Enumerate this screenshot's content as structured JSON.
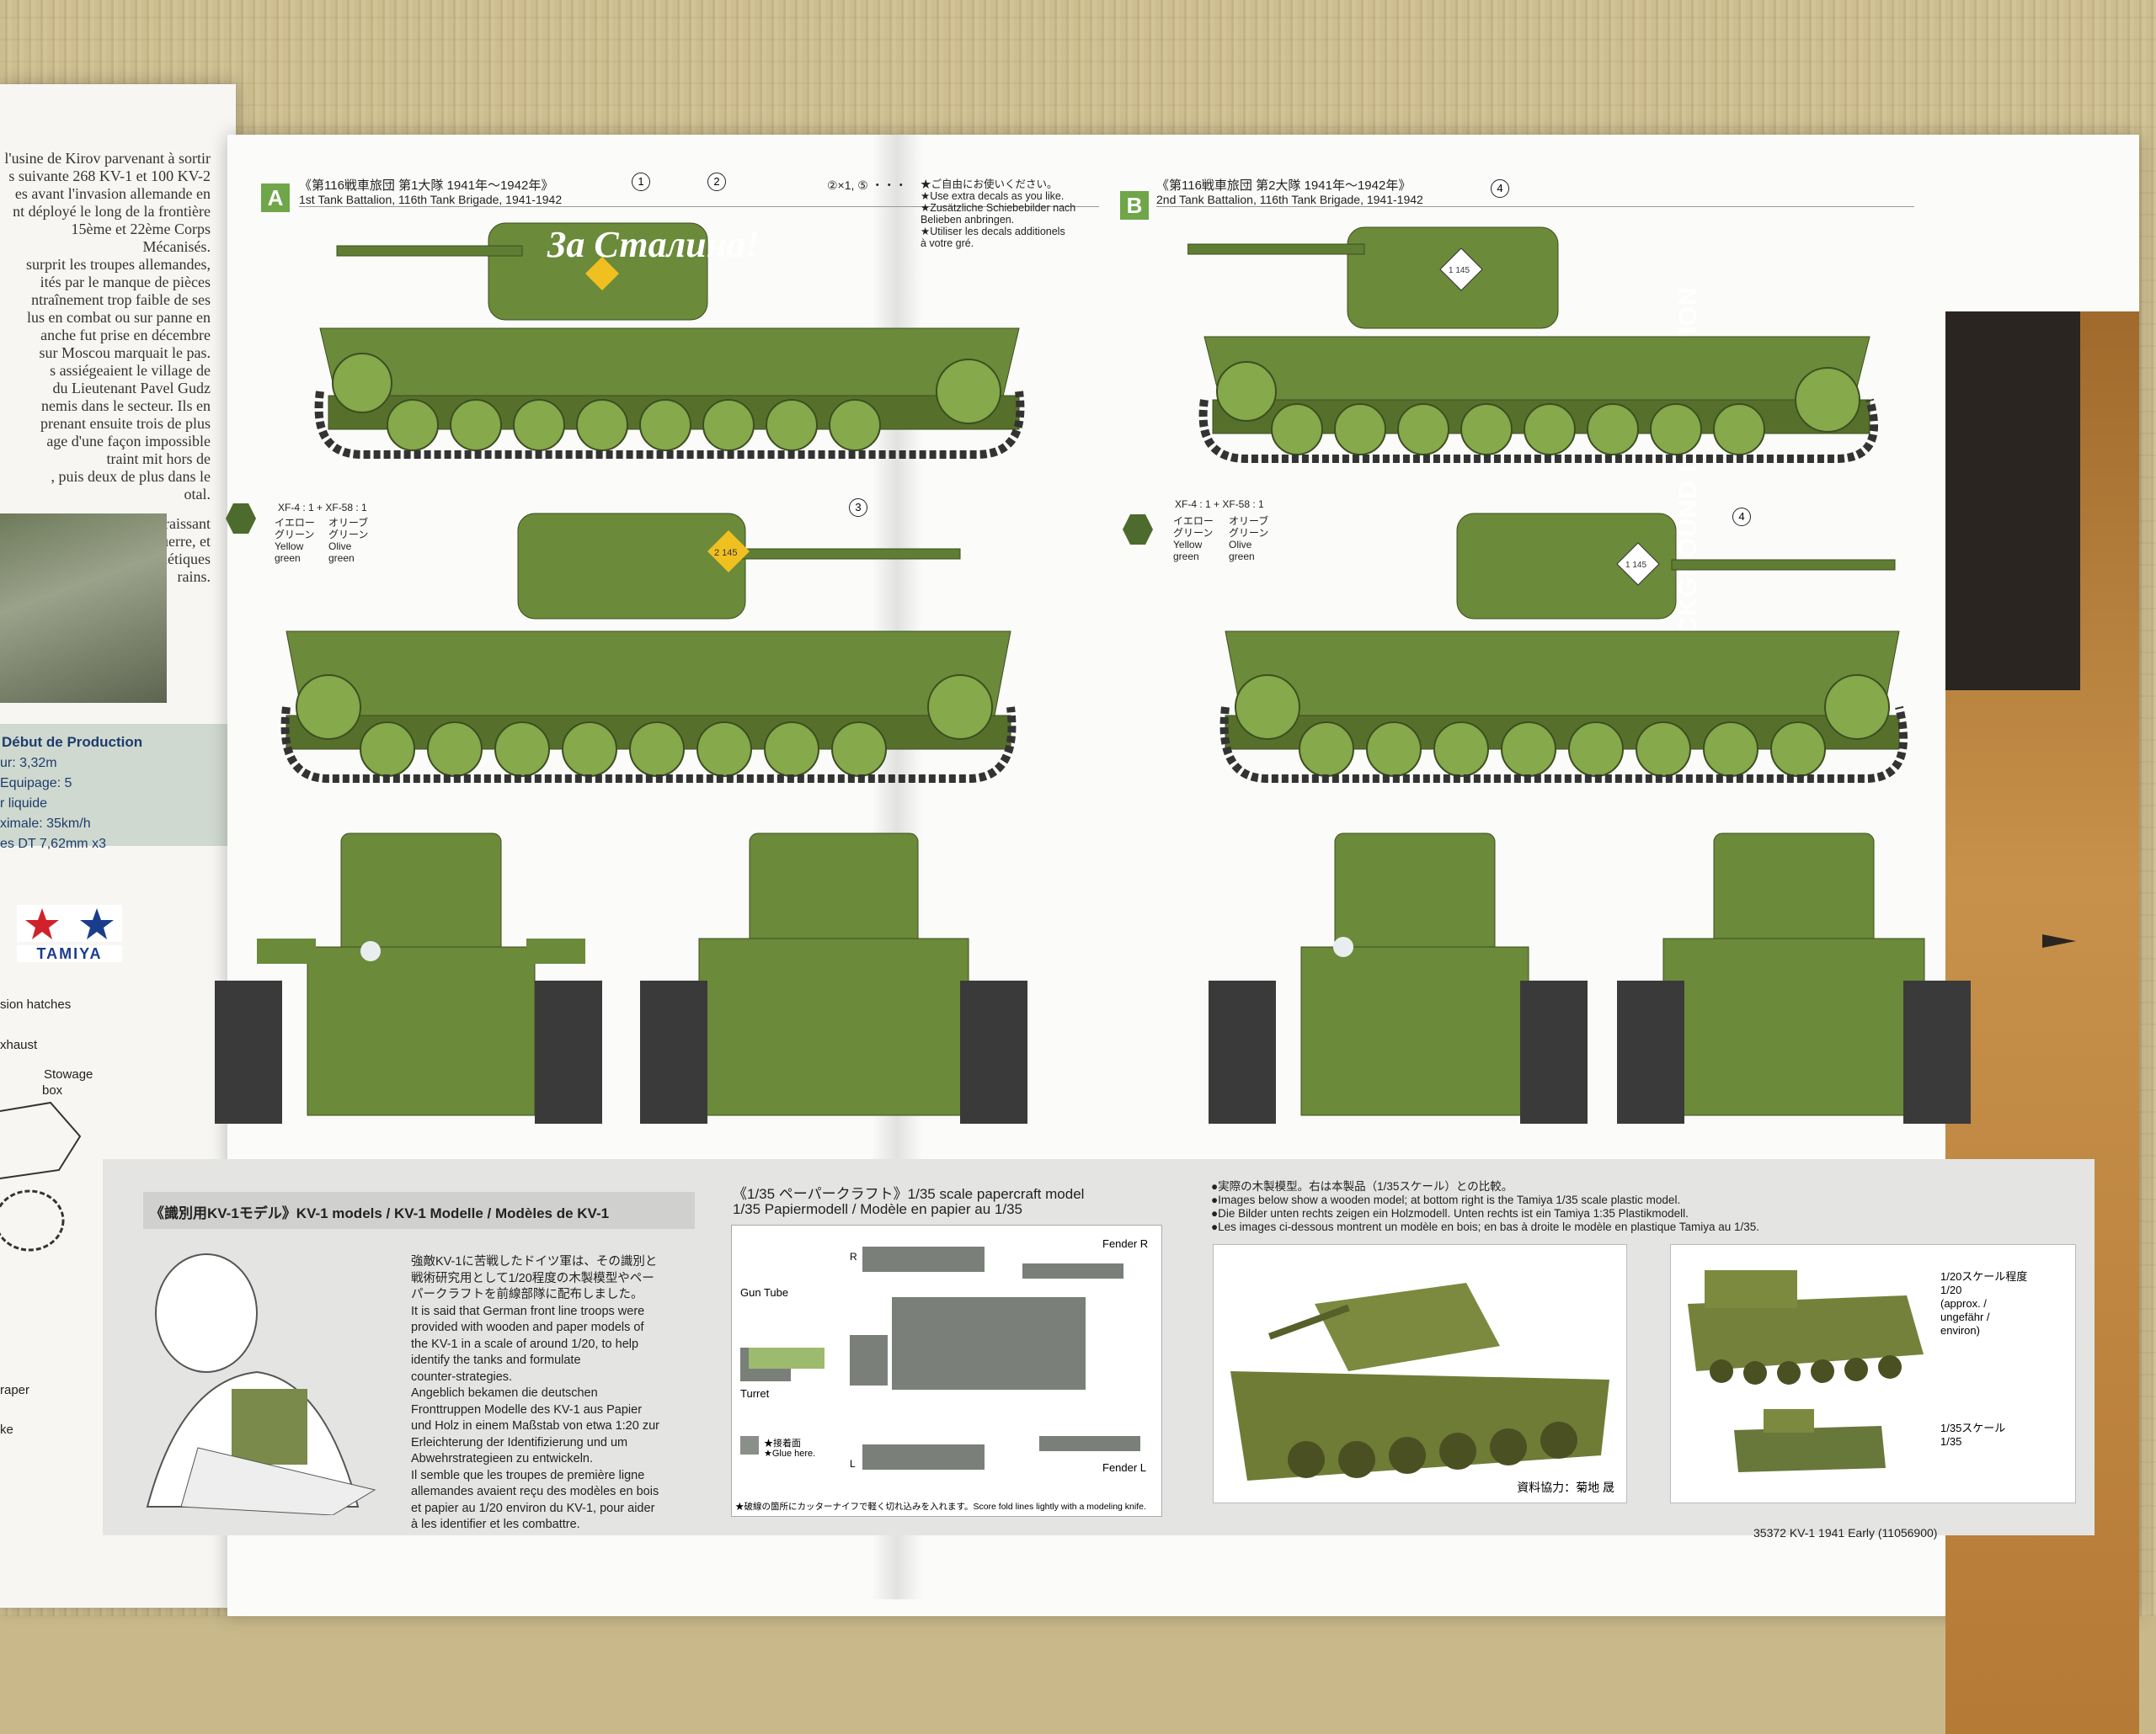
{
  "sections": {
    "a": {
      "letter": "A",
      "title_jp": "《第116戦車旅団 第1大隊 1941年～1942年》",
      "title_en": "1st Tank Battalion, 116th Tank Brigade, 1941-1942",
      "slogan": "За Сталина!",
      "turret_number": "2 145"
    },
    "b": {
      "letter": "B",
      "title_jp": "《第116戦車旅団 第2大隊 1941年～1942年》",
      "title_en": "2nd Tank Battalion, 116th Tank Brigade, 1941-1942",
      "turret_number": "1 145"
    }
  },
  "decal_note": {
    "refs": "②×1, ⑤ ・・・",
    "lines": [
      "★ご自由にお使いください。",
      "★Use extra decals as you like.",
      "★Zusätzliche Schiebebilder nach",
      "Belieben anbringen.",
      "★Utiliser les decals additionels",
      "à votre gré."
    ]
  },
  "callouts": {
    "c1": "1",
    "c2": "2",
    "c3": "3",
    "c4": "4"
  },
  "paint": {
    "mix": "XF-4 : 1 + XF-58 : 1",
    "col1": [
      "イエロー",
      "グリーン",
      "Yellow",
      "green"
    ],
    "col2": [
      "オリーブ",
      "グリーン",
      "Olive",
      "green"
    ]
  },
  "sidebar": {
    "label": "BACKGROUND INFORMATION"
  },
  "left_page": {
    "paragraph": [
      "l'usine de Kirov parvenant à sortir",
      "s suivante 268 KV-1 et 100 KV-2",
      "es avant l'invasion allemande en",
      "nt déployé le long de la frontière",
      "15ème et 22ème Corps Mécanisés.",
      "surprit les troupes allemandes,",
      "ités par le manque de pièces",
      "ntraînement trop faible de ses",
      "lus en combat ou sur panne en",
      "anche fut prise en décembre",
      "sur Moscou marquait le pas.",
      "s assiégeaient le village de",
      "du Lieutenant Pavel Gudz",
      "nemis dans le secteur. Ils en",
      "prenant ensuite trois de plus",
      "age d'une façon impossible",
      "traint mit hors de",
      ", puis deux de plus dans le",
      "otal.",
      "",
      "de sa taille et paraissant",
      "à la fin de la guerre, et",
      "utres blindés soviétiques",
      "rains."
    ],
    "spec_title": "Début de Production",
    "spec_lines": [
      "ur: 3,32m",
      "Equipage: 5",
      "r liquide",
      "ximale: 35km/h",
      "es DT 7,62mm x3"
    ],
    "logo": "TAMIYA",
    "part_labels": [
      "sion hatches",
      "xhaust",
      "Stowage",
      "box",
      "raper",
      "ke"
    ]
  },
  "models_section": {
    "title": "《識別用KV-1モデル》KV-1 models / KV-1 Modelle / Modèles de KV-1",
    "text_jp": [
      "強敵KV-1に苦戦したドイツ軍は、その識別と",
      "戦術研究用として1/20程度の木製模型やペー",
      "パークラフトを前線部隊に配布しました。"
    ],
    "text_en": [
      "It is said that German front line troops were",
      "provided with wooden and paper models of",
      "the KV-1 in a scale of around 1/20, to help",
      "identify the tanks and formulate",
      "counter-strategies."
    ],
    "text_de": [
      "Angeblich bekamen die deutschen",
      "Fronttruppen Modelle des KV-1 aus Papier",
      "und Holz in einem Maßstab von etwa 1:20 zur",
      "Erleichterung der Identifizierung und um",
      "Abwehrstrategieen zu entwickeln."
    ],
    "text_fr": [
      "Il semble que les troupes de première ligne",
      "allemandes avaient reçu des modèles en bois",
      "et papier au 1/20 environ du KV-1, pour aider",
      "à les identifier et les combattre."
    ]
  },
  "papercraft": {
    "title1": "《1/35 ペーパークラフト》1/35 scale papercraft model",
    "title2": "1/35 Papiermodell / Modèle en papier au 1/35",
    "labels": {
      "gun_tube": "Gun Tube",
      "turret": "Turret",
      "fender_r": "Fender R",
      "fender_l": "Fender L",
      "r": "R",
      "l": "L",
      "glue1": "★接着面",
      "glue2": "★Glue here."
    },
    "footer": "★破線の箇所にカッターナイフで軽く切れ込みを入れます。Score fold lines lightly with a modeling knife."
  },
  "wooden": {
    "lines": [
      "●実際の木製模型。右は本製品（1/35スケール）との比較。",
      "●Images below show a wooden model; at bottom right is the Tamiya 1/35 scale plastic model.",
      "●Die Bilder unten rechts zeigen ein Holzmodell. Unten rechts ist ein Tamiya 1:35 Plastikmodell.",
      "●Les images ci-dessous montrent un modèle en bois; en bas à droite le modèle en plastique Tamiya au 1/35."
    ],
    "credit": "資料協力：菊地 晟",
    "scale20": [
      "1/20スケール程度",
      "1/20",
      "(approx. /",
      "ungefähr /",
      "environ)"
    ],
    "scale35": [
      "1/35スケール",
      "1/35"
    ]
  },
  "footer": {
    "code": "35372  KV-1 1941 Early (11056900)"
  },
  "colors": {
    "tank_green": "#6b8a3a",
    "label_green": "#6fa64a",
    "sidebar_dark": "#2a2520",
    "sidebar_brown": "#b57a36"
  }
}
